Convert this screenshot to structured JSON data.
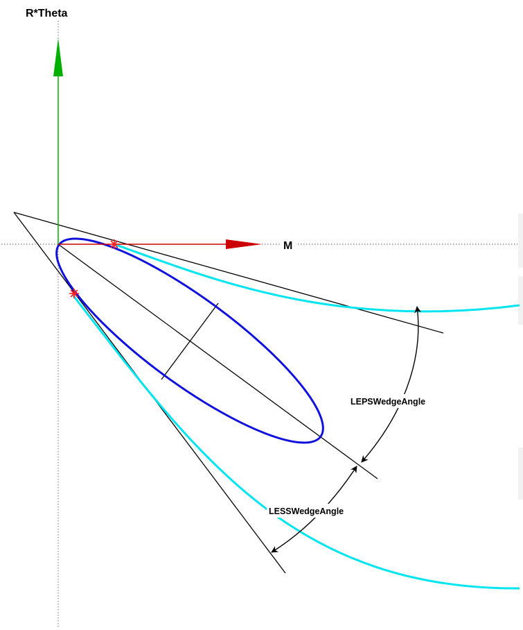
{
  "axes": {
    "vertical_label": "R*Theta",
    "horizontal_label": "M"
  },
  "annotations": {
    "leps_wedge_angle": "LEPSWedgeAngle",
    "less_wedge_angle": "LESSWedgeAngle"
  },
  "colors": {
    "ellipse": "#1010dd",
    "camber_curves": "#00e5f0",
    "vertical_axis_arrow": "#00b000",
    "horizontal_axis_arrow": "#cc0000",
    "tangent_point_markers": "#ff2020",
    "construction_lines": "#000000",
    "guide_lines": "#666666"
  },
  "icons": {
    "tangent_point_marker": "asterisk"
  }
}
